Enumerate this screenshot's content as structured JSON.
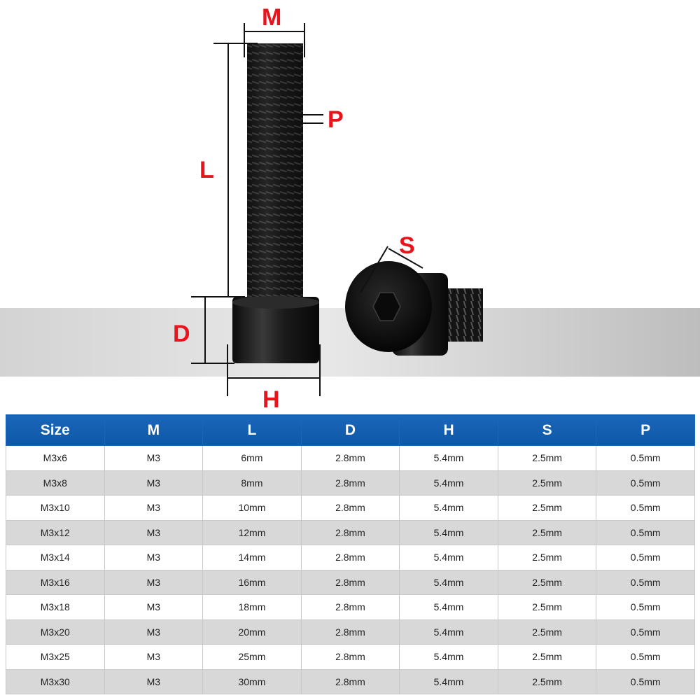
{
  "labels": {
    "M": "M",
    "P": "P",
    "L": "L",
    "S": "S",
    "D": "D",
    "H": "H"
  },
  "colors": {
    "label_red": "#e8131b",
    "header_blue": "#0e57a8",
    "row_gray": "#d8d8d8",
    "screw_black": "#151515"
  },
  "table": {
    "headers": [
      "Size",
      "M",
      "L",
      "D",
      "H",
      "S",
      "P"
    ],
    "rows": [
      [
        "M3x6",
        "M3",
        "6mm",
        "2.8mm",
        "5.4mm",
        "2.5mm",
        "0.5mm"
      ],
      [
        "M3x8",
        "M3",
        "8mm",
        "2.8mm",
        "5.4mm",
        "2.5mm",
        "0.5mm"
      ],
      [
        "M3x10",
        "M3",
        "10mm",
        "2.8mm",
        "5.4mm",
        "2.5mm",
        "0.5mm"
      ],
      [
        "M3x12",
        "M3",
        "12mm",
        "2.8mm",
        "5.4mm",
        "2.5mm",
        "0.5mm"
      ],
      [
        "M3x14",
        "M3",
        "14mm",
        "2.8mm",
        "5.4mm",
        "2.5mm",
        "0.5mm"
      ],
      [
        "M3x16",
        "M3",
        "16mm",
        "2.8mm",
        "5.4mm",
        "2.5mm",
        "0.5mm"
      ],
      [
        "M3x18",
        "M3",
        "18mm",
        "2.8mm",
        "5.4mm",
        "2.5mm",
        "0.5mm"
      ],
      [
        "M3x20",
        "M3",
        "20mm",
        "2.8mm",
        "5.4mm",
        "2.5mm",
        "0.5mm"
      ],
      [
        "M3x25",
        "M3",
        "25mm",
        "2.8mm",
        "5.4mm",
        "2.5mm",
        "0.5mm"
      ],
      [
        "M3x30",
        "M3",
        "30mm",
        "2.8mm",
        "5.4mm",
        "2.5mm",
        "0.5mm"
      ]
    ]
  }
}
